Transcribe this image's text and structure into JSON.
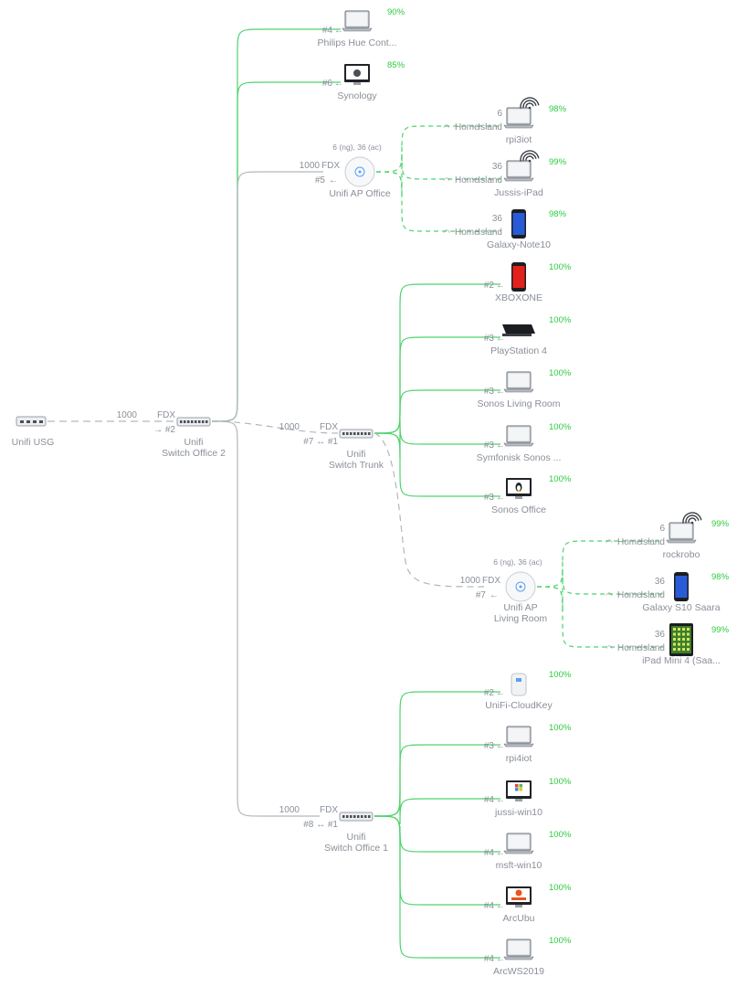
{
  "colors": {
    "wired_active": "#4cd36b",
    "wired_idle": "#b3b6bb",
    "uplink_dash": "#b3b6bb",
    "wireless": "#4cd36b",
    "pct": "#2ecc40",
    "text": "#8a8f99"
  },
  "root": {
    "name": "Unifi USG",
    "icon": "gateway-icon"
  },
  "core_switch": {
    "name_line1": "Unifi",
    "name_line2": "Switch Office 2",
    "speed": "1000",
    "duplex": "FDX",
    "port": "→ #2",
    "icon": "switch-icon"
  },
  "top_clients": [
    {
      "name": "Philips Hue Cont...",
      "port": "#4",
      "pct": "90%",
      "icon": "laptop-icon"
    },
    {
      "name": "Synology",
      "port": "#6",
      "pct": "85%",
      "icon": "apple-monitor-icon"
    }
  ],
  "ap_office": {
    "name": "Unifi AP Office",
    "channels": "6 (ng), 36 (ac)",
    "speed": "1000",
    "duplex": "FDX",
    "port": "#5",
    "icon": "access-point-icon",
    "clients": [
      {
        "name": "rpi3iot",
        "ssid": "Home",
        "band": "Island",
        "channel": "6",
        "pct": "98%",
        "icon": "laptop-wifi-icon"
      },
      {
        "name": "Jussis-iPad",
        "ssid": "Home",
        "band": "Island",
        "channel": "36",
        "pct": "99%",
        "icon": "laptop-wifi-icon"
      },
      {
        "name": "Galaxy-Note10",
        "ssid": "Home",
        "band": "Island",
        "channel": "36",
        "pct": "98%",
        "icon": "phone-blue-icon"
      }
    ]
  },
  "switch_trunk": {
    "name_line1": "Unifi",
    "name_line2": "Switch Trunk",
    "speed": "1000",
    "duplex": "FDX",
    "port": "#7 ↔ #1",
    "icon": "switch-icon",
    "clients": [
      {
        "name": "XBOXONE",
        "port": "#2",
        "pct": "100%",
        "icon": "phone-red-icon"
      },
      {
        "name": "PlayStation 4",
        "port": "#3",
        "pct": "100%",
        "icon": "console-icon"
      },
      {
        "name": "Sonos Living Room",
        "port": "#3",
        "pct": "100%",
        "icon": "laptop-icon"
      },
      {
        "name": "Symfonisk Sonos ...",
        "port": "#3",
        "pct": "100%",
        "icon": "laptop-icon"
      },
      {
        "name": "Sonos Office",
        "port": "#3",
        "pct": "100%",
        "icon": "linux-monitor-icon"
      }
    ]
  },
  "ap_living": {
    "name_line1": "Unifi AP",
    "name_line2": "Living Room",
    "channels": "6 (ng), 36 (ac)",
    "speed": "1000",
    "duplex": "FDX",
    "port": "#7",
    "icon": "access-point-icon",
    "clients": [
      {
        "name": "rockrobo",
        "ssid": "Home",
        "band": "Island",
        "channel": "6",
        "pct": "99%",
        "icon": "laptop-wifi-icon"
      },
      {
        "name": "Galaxy S10 Saara",
        "ssid": "Home",
        "band": "Island",
        "channel": "36",
        "pct": "98%",
        "icon": "phone-blue-icon"
      },
      {
        "name": "iPad Mini 4 (Saa...",
        "ssid": "Home",
        "band": "Island",
        "channel": "36",
        "pct": "99%",
        "icon": "tablet-icon"
      }
    ]
  },
  "switch_office1": {
    "name_line1": "Unifi",
    "name_line2": "Switch Office 1",
    "speed": "1000",
    "duplex": "FDX",
    "port": "#8 ↔ #1",
    "icon": "switch-icon",
    "clients": [
      {
        "name": "UniFi-CloudKey",
        "port": "#2",
        "pct": "100%",
        "icon": "cloudkey-icon"
      },
      {
        "name": "rpi4iot",
        "port": "#3",
        "pct": "100%",
        "icon": "laptop-icon"
      },
      {
        "name": "jussi-win10",
        "port": "#4",
        "pct": "100%",
        "icon": "windows-monitor-icon"
      },
      {
        "name": "msft-win10",
        "port": "#4",
        "pct": "100%",
        "icon": "laptop-icon"
      },
      {
        "name": "ArcUbu",
        "port": "#4",
        "pct": "100%",
        "icon": "ubuntu-monitor-icon"
      },
      {
        "name": "ArcWS2019",
        "port": "#4",
        "pct": "100%",
        "icon": "laptop-icon"
      }
    ]
  }
}
